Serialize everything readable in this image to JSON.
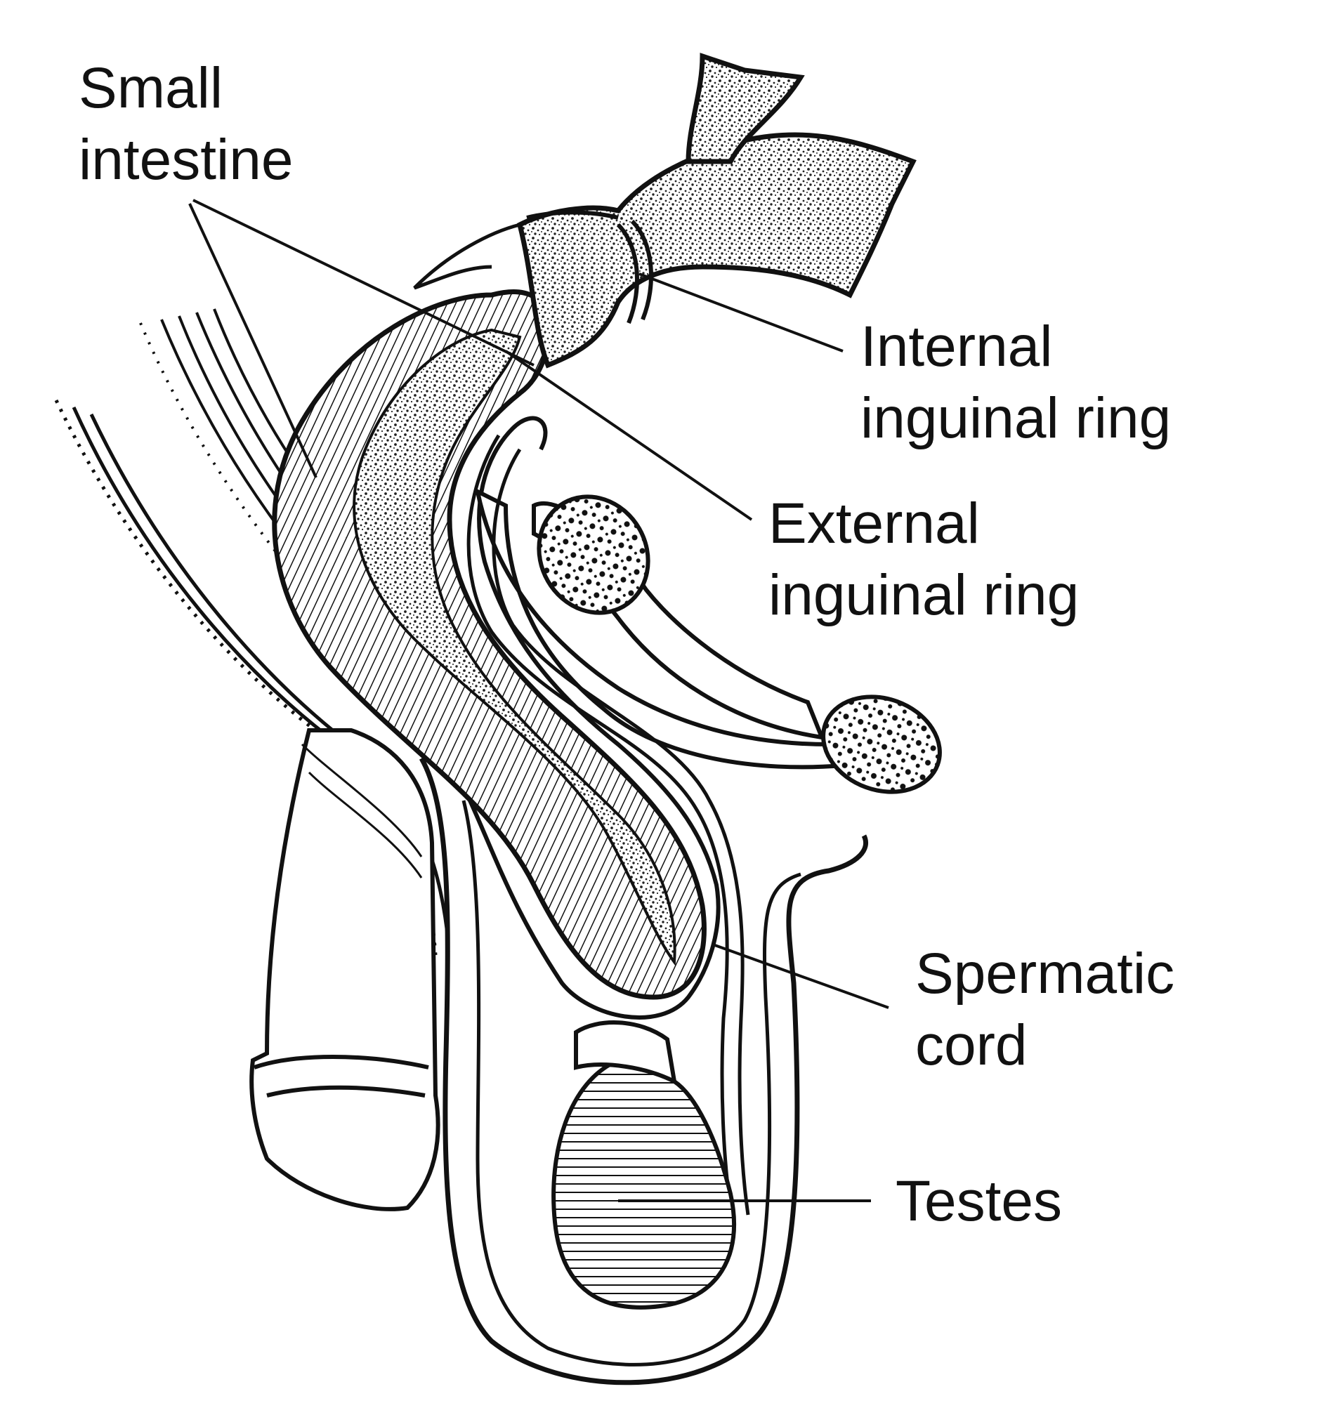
{
  "labels": {
    "small_intestine": [
      "Small",
      "intestine"
    ],
    "internal_ring": [
      "Internal",
      "inguinal ring"
    ],
    "external_ring": [
      "External",
      "inguinal ring"
    ],
    "spermatic_cord": [
      "Spermatic",
      "cord"
    ],
    "testes": [
      "Testes"
    ]
  },
  "colors": {
    "ink": "#111111",
    "paper": "#ffffff"
  }
}
